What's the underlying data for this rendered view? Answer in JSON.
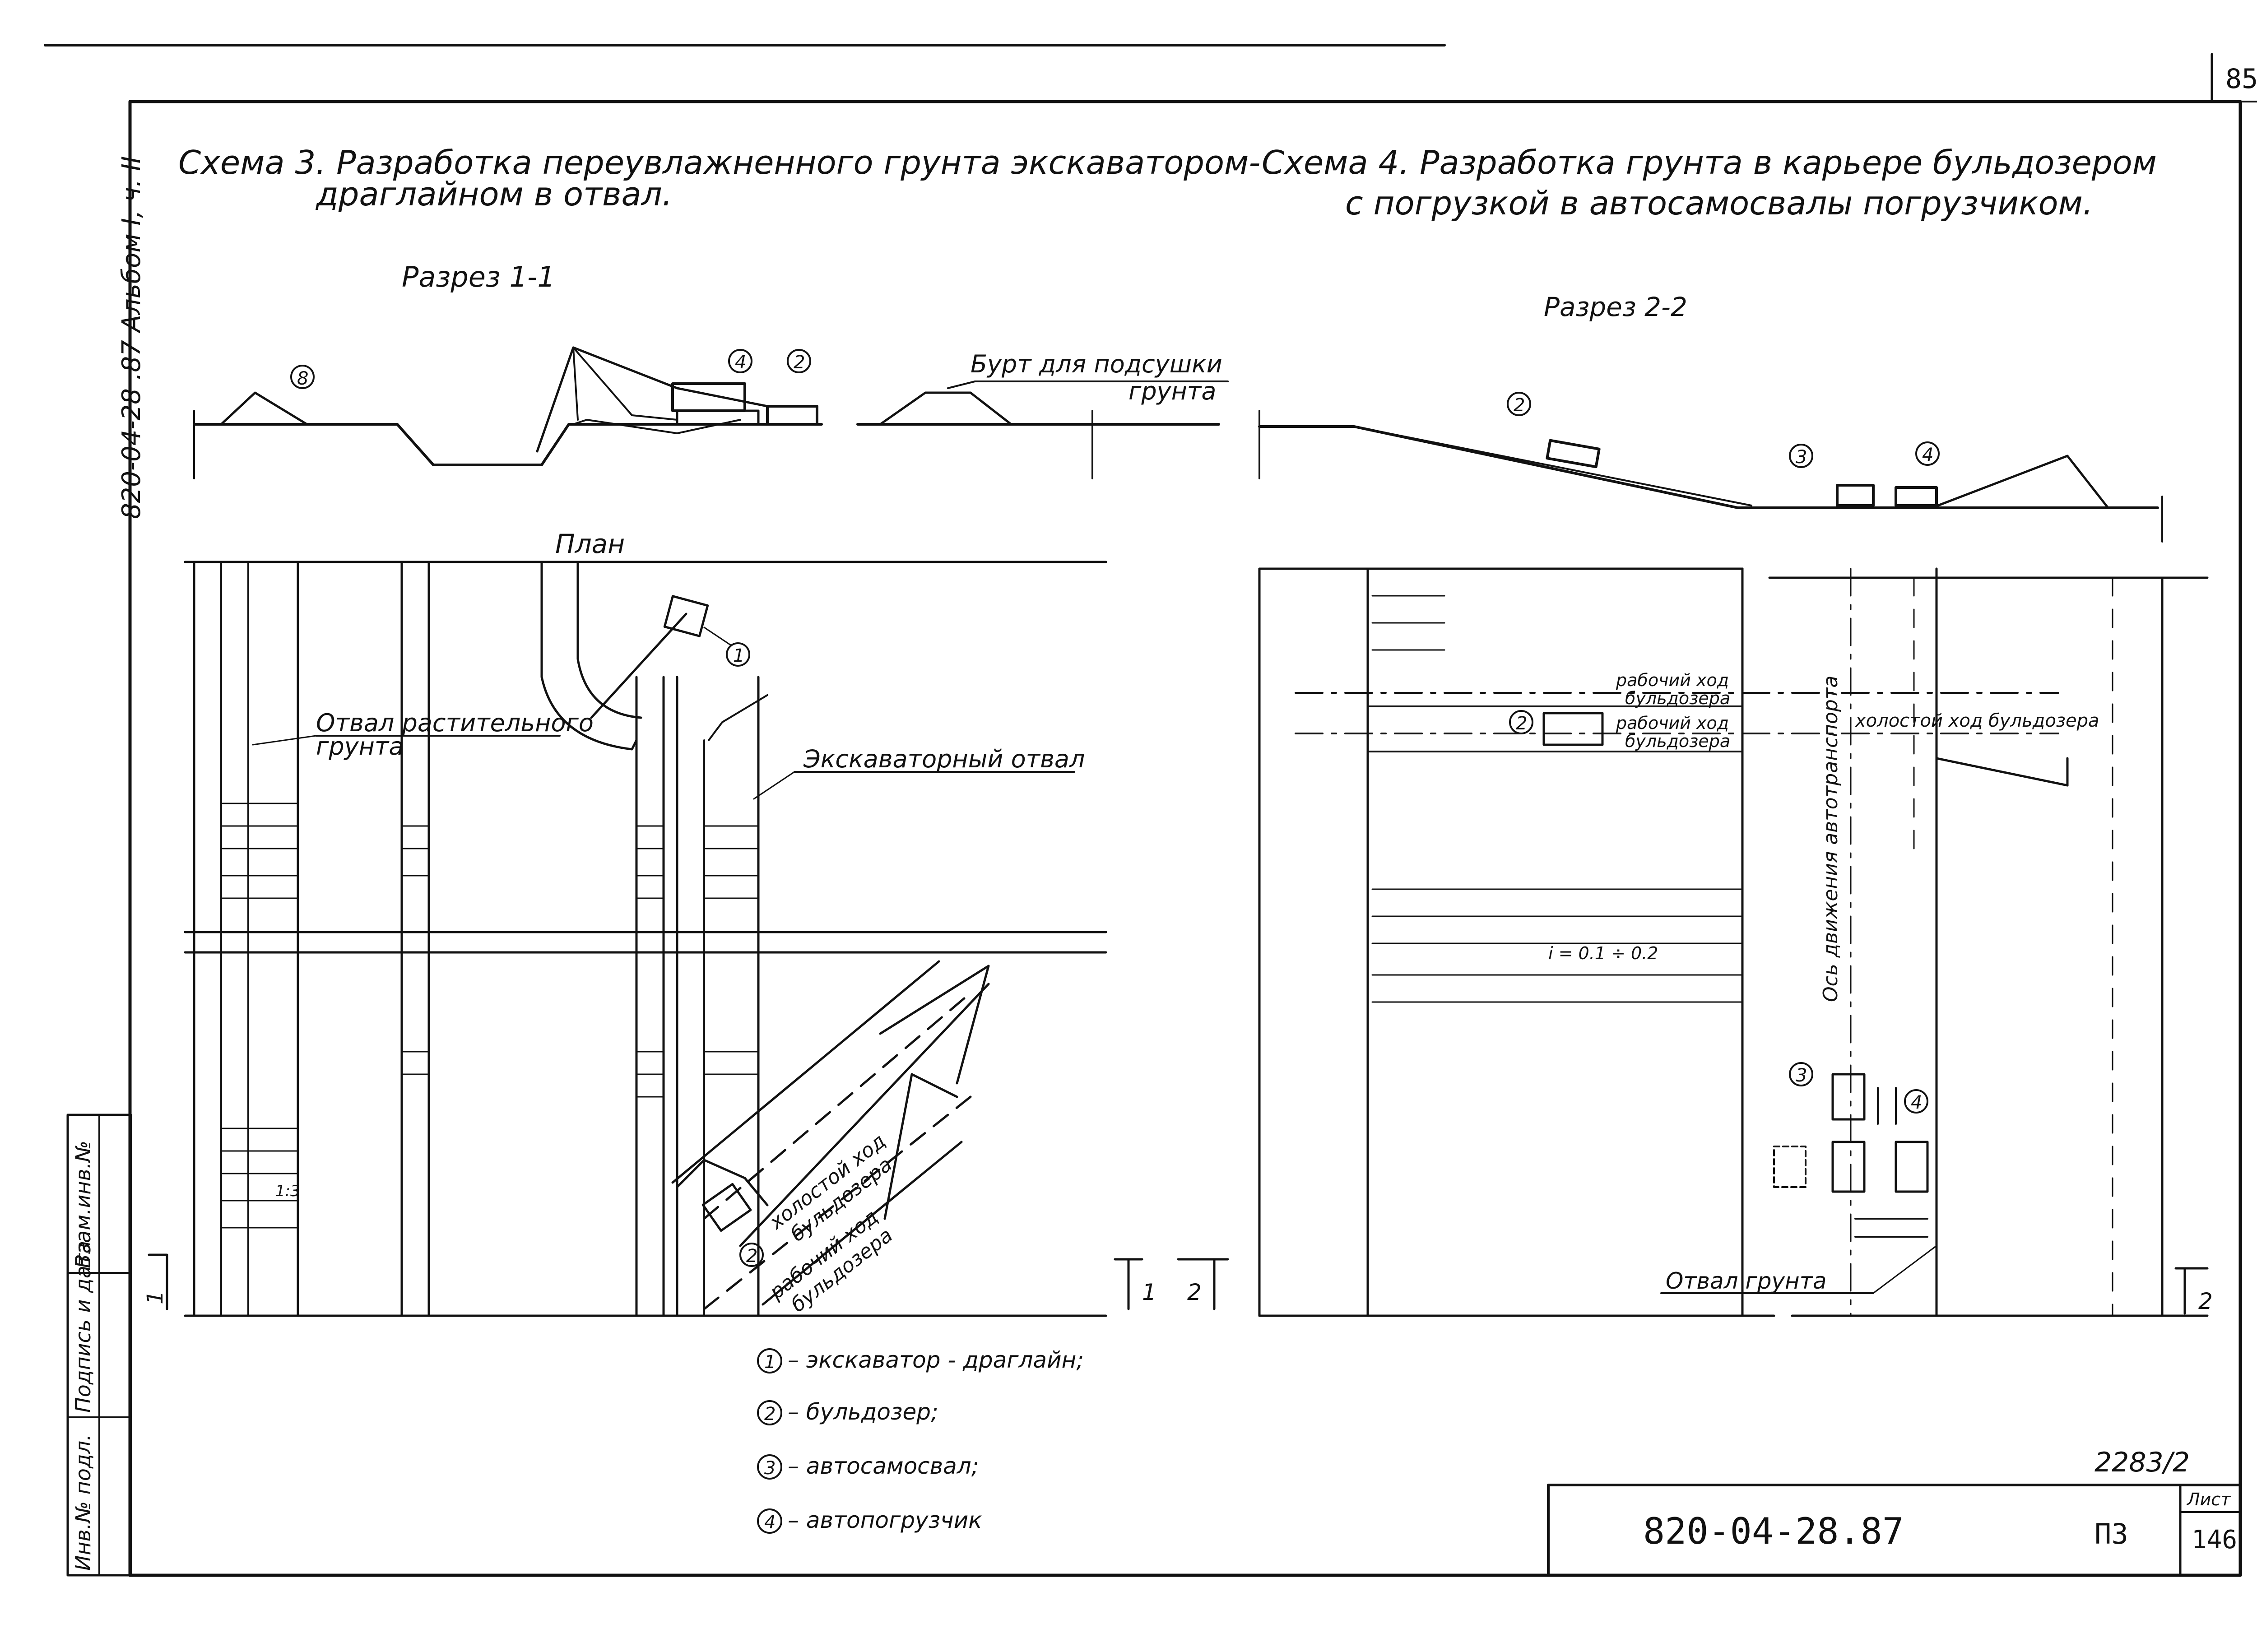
{
  "page_number": "85",
  "side_stamp": "820-04-28 .87 Альбом I, ч. II",
  "left_strip": [
    "Инв.№ подл.",
    "Подпись и дата",
    "Взам.инв.№"
  ],
  "scheme3": {
    "title_line1": "Схема 3. Разработка переувлажненного грунта экскаватором-",
    "title_line2": "драглайном в отвал.",
    "section_label": "Разрез 1-1",
    "plan_label": "План",
    "callout_burt_line1": "Бурт для подсушки",
    "callout_burt_line2": "грунта",
    "label_rastitelny_line1": "Отвал растительного",
    "label_rastitelny_line2": "грунта",
    "label_excav_otval": "Экскаваторный отвал",
    "slope_label": "1:3",
    "idle_line1": "холостой ход",
    "idle_line2": "бульдозера",
    "work_line1": "рабочий ход",
    "work_line2": "бульдозера",
    "marker_8": "8",
    "marker_4": "4",
    "marker_2": "2",
    "marker_1": "1",
    "cut_1_left": "1",
    "cut_1_right": "1",
    "cut_2_right": "2"
  },
  "scheme4": {
    "title_line1": "Схема 4. Разработка грунта в карьере бульдозером",
    "title_line2": "с погрузкой в автосамосвалы погрузчиком.",
    "section_label": "Разрез 2-2",
    "work_a_line1": "рабочий ход",
    "work_a_line2": "бульдозера",
    "work_b_line1": "рабочий ход",
    "work_b_line2": "бульдозера",
    "idle_label": "холостой ход бульдозера",
    "axis_label": "Ось движения автотранспорта",
    "slope_formula": "i = 0.1 ÷ 0.2",
    "label_otval": "Отвал грунта",
    "marker_2": "2",
    "marker_3": "3",
    "marker_4": "4",
    "cut_2": "2"
  },
  "legend": [
    {
      "num": "1",
      "text": "– экскаватор - драглайн;"
    },
    {
      "num": "2",
      "text": "– бульдозер;"
    },
    {
      "num": "3",
      "text": "– автосамосвал;"
    },
    {
      "num": "4",
      "text": "– автопогрузчик"
    }
  ],
  "title_block": {
    "handnote": "2283/2",
    "doc_code": "820-04-28.87",
    "doc_section": "ПЗ",
    "sheet_label": "Лист",
    "sheet_num": "146"
  }
}
